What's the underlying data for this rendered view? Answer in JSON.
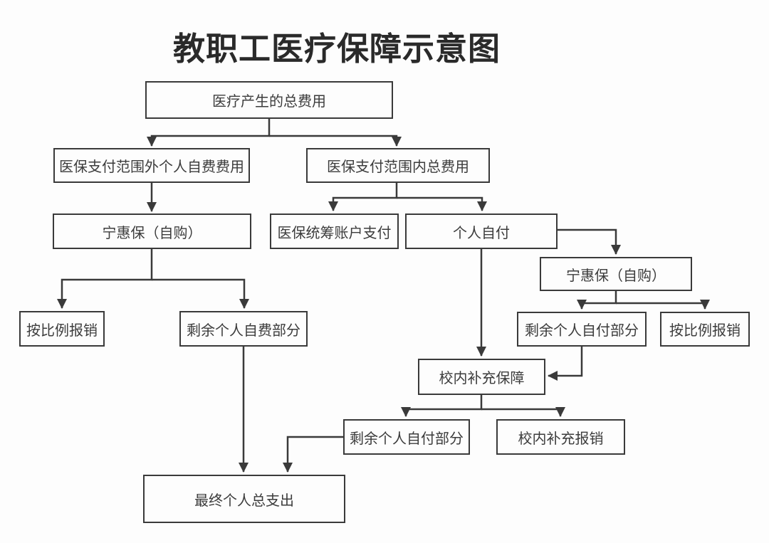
{
  "title": "教职工医疗保障示意图",
  "colors": {
    "background": "#fdfdfd",
    "box_border": "#3a3a3a",
    "box_fill": "#fdfdfd",
    "text": "#3c3c3c",
    "title_text": "#2a2a2a",
    "connector": "#3a3a3a"
  },
  "nodes": {
    "total_fee": {
      "label": "医疗产生的总费用"
    },
    "outside_scope": {
      "label": "医保支付范围外个人自费费用"
    },
    "inside_scope": {
      "label": "医保支付范围内总费用"
    },
    "ninghuibao_left": {
      "label": "宁惠保（自购）"
    },
    "pooled_account": {
      "label": "医保统筹账户支付"
    },
    "personal_pay": {
      "label": "个人自付"
    },
    "ninghuibao_right": {
      "label": "宁惠保（自购）"
    },
    "proportional_left": {
      "label": "按比例报销"
    },
    "remaining_self_fee": {
      "label": "剩余个人自费部分"
    },
    "remaining_self_pay_upper": {
      "label": "剩余个人自付部分"
    },
    "proportional_right": {
      "label": "按比例报销"
    },
    "campus_supplement": {
      "label": "校内补充保障"
    },
    "remaining_self_pay_lower": {
      "label": "剩余个人自付部分"
    },
    "campus_reimburse": {
      "label": "校内补充报销"
    },
    "final_total": {
      "label": "最终个人总支出"
    }
  },
  "edges": [
    {
      "from": "total_fee",
      "to": "outside_scope"
    },
    {
      "from": "total_fee",
      "to": "inside_scope"
    },
    {
      "from": "outside_scope",
      "to": "ninghuibao_left"
    },
    {
      "from": "ninghuibao_left",
      "to": "proportional_left"
    },
    {
      "from": "ninghuibao_left",
      "to": "remaining_self_fee"
    },
    {
      "from": "inside_scope",
      "to": "pooled_account"
    },
    {
      "from": "inside_scope",
      "to": "personal_pay"
    },
    {
      "from": "personal_pay",
      "to": "ninghuibao_right"
    },
    {
      "from": "personal_pay",
      "to": "campus_supplement"
    },
    {
      "from": "ninghuibao_right",
      "to": "remaining_self_pay_upper"
    },
    {
      "from": "ninghuibao_right",
      "to": "proportional_right"
    },
    {
      "from": "remaining_self_pay_upper",
      "to": "campus_supplement"
    },
    {
      "from": "campus_supplement",
      "to": "remaining_self_pay_lower"
    },
    {
      "from": "campus_supplement",
      "to": "campus_reimburse"
    },
    {
      "from": "remaining_self_fee",
      "to": "final_total"
    },
    {
      "from": "remaining_self_pay_lower",
      "to": "final_total"
    }
  ]
}
